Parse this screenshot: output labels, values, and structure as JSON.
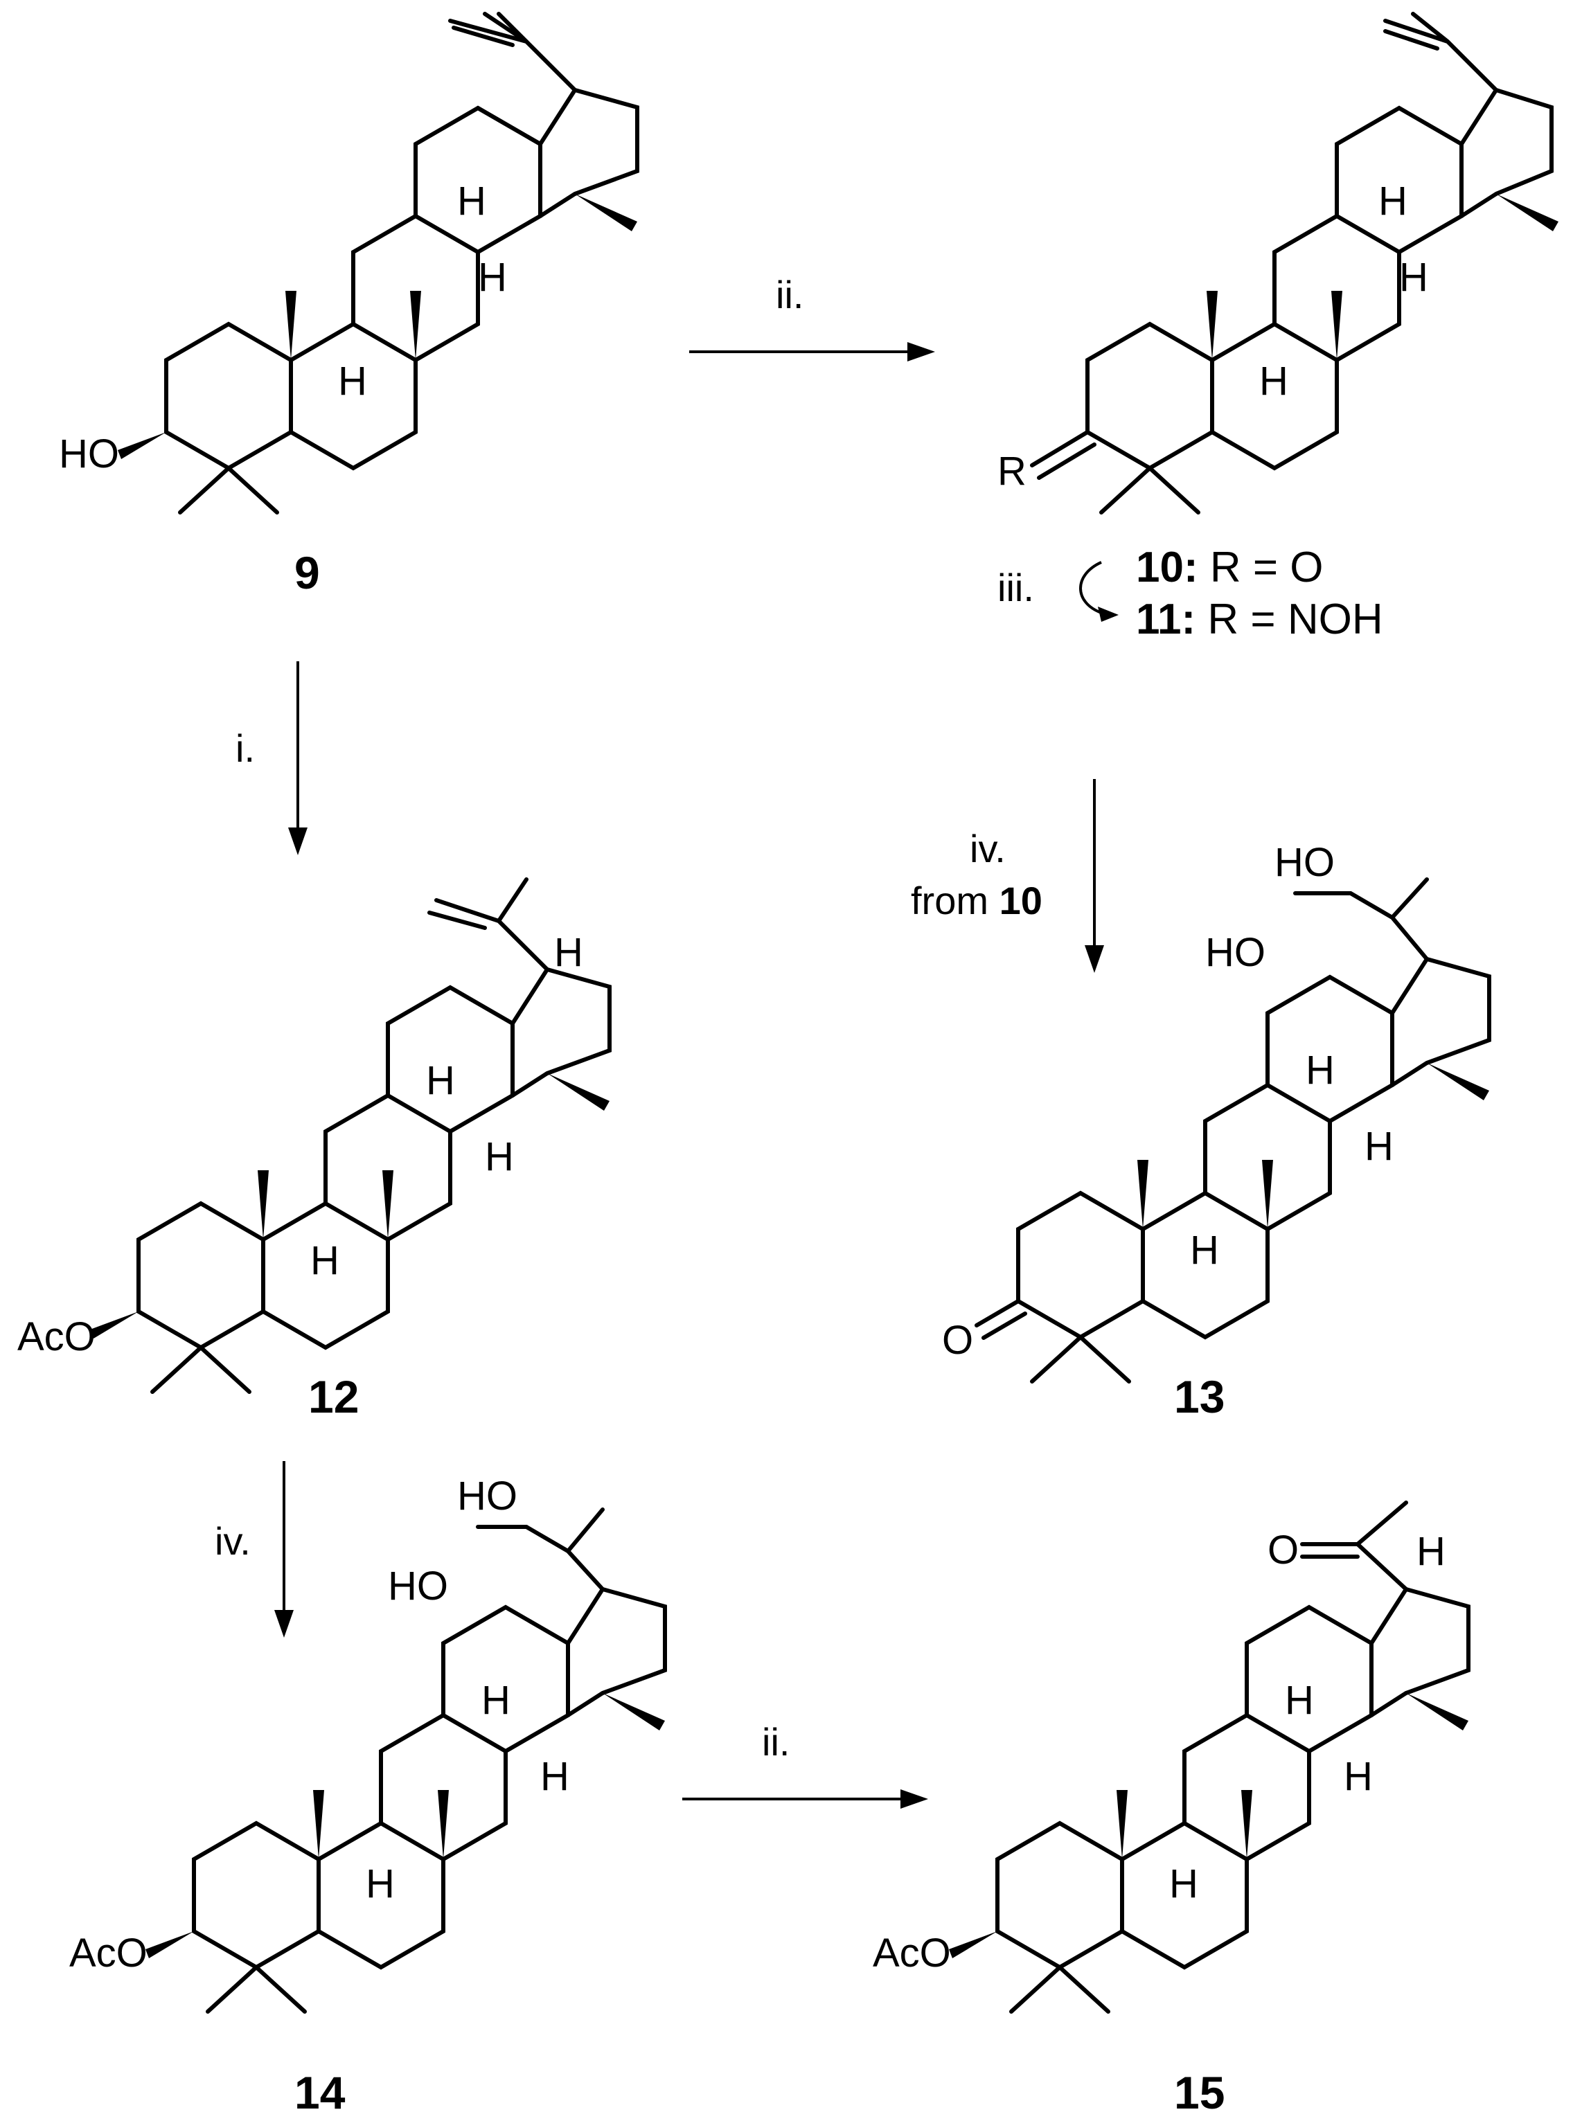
{
  "compounds": [
    {
      "id": "9",
      "label": "9",
      "sub": "HO"
    },
    {
      "id": "10_11",
      "sub": "R"
    },
    {
      "id": "12",
      "label": "12",
      "sub": "AcO",
      "side": "isopropenyl"
    },
    {
      "id": "13",
      "label": "13",
      "sub": "O",
      "side": "diol"
    },
    {
      "id": "14",
      "label": "14",
      "sub": "AcO",
      "side": "diol"
    },
    {
      "id": "15",
      "label": "15",
      "sub": "AcO",
      "side": "acetyl"
    }
  ],
  "atom_labels": {
    "H": "H",
    "OH_left": "HO",
    "OH_diol_top": "HO",
    "OH_diol_bottom": "HO",
    "carbonyl_O": "O"
  },
  "r_definitions": [
    {
      "num": "10:",
      "text": " R = O"
    },
    {
      "num": "11:",
      "text": " R = NOH"
    }
  ],
  "reagents": {
    "step_9_to_10": "ii.",
    "step_10_to_11": "iii.",
    "step_9_to_12": "i.",
    "step_10_to_13_a": "iv.",
    "step_10_to_13_b_prefix": "from ",
    "step_10_to_13_b_ref": "10",
    "step_12_to_14": "iv.",
    "step_14_to_15": "ii."
  }
}
